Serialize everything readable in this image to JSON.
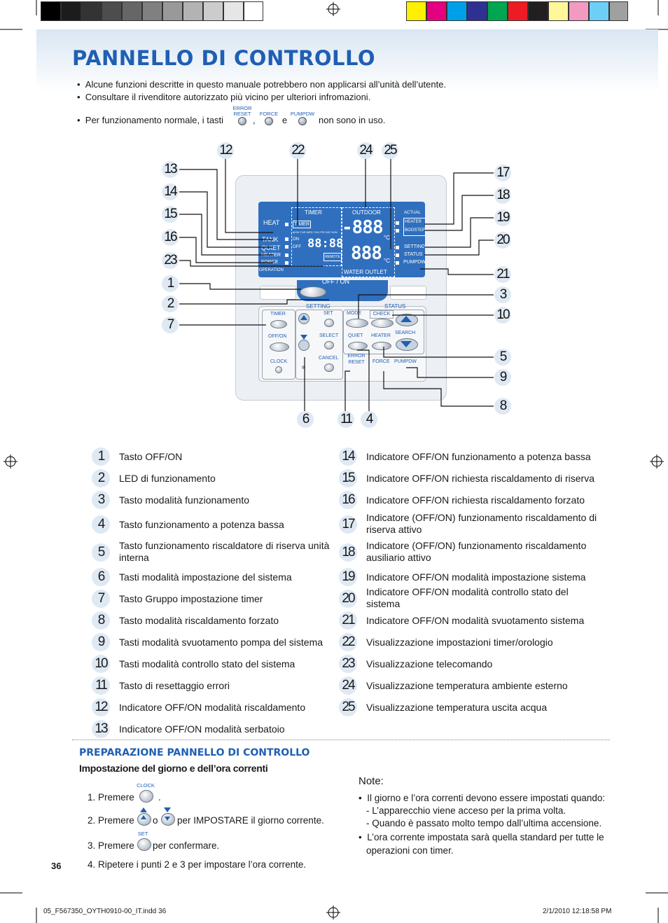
{
  "title": "PANNELLO DI CONTROLLO",
  "intro": {
    "bullet1": "Alcune funzioni descritte in questo manuale potrebbero non applicarsi all’unità dell’utente.",
    "bullet2": "Consultare il rivenditore autorizzato più vicino per ulteriori infromazioni.",
    "bullet3_pre": "Per funzionamento normale, i tasti",
    "bullet3_comma": ",",
    "bullet3_and": "e",
    "bullet3_post": "non sono in uso.",
    "btn_error_reset": "ERROR RESET",
    "btn_force": "FORCE",
    "btn_pumpdw": "PUMPDW"
  },
  "panel": {
    "heat": "HEAT",
    "tank": "TANK",
    "quiet": "QUIET",
    "heater": "HEATER",
    "force": "FORCE",
    "operation": "OPERATION",
    "timer": "TIMER",
    "outdoor": "OUTDOOR",
    "timer_box": "TIMER",
    "days": "MON TUE WED THU FRI SAT SUN",
    "on": "ON",
    "off": "OFF",
    "clock_digits": "88:88",
    "remote": "REMOTE",
    "temp_digits_1": "-888",
    "temp_digits_2": "888",
    "deg": "°C",
    "actual": "ACTUAL",
    "heater_r": "HEATER",
    "booster": "BOOSTER",
    "setting_r": "SETTING",
    "status_r": "STATUS",
    "pumpdw_r": "PUMPDW",
    "water_outlet": "WATER OUTLET",
    "offon": "OFF / ON",
    "setting": "SETTING",
    "status": "STATUS",
    "b_timer": "TIMER",
    "b_offon": "OFF/ON",
    "b_clock": "CLOCK",
    "b_set": "SET",
    "b_select": "SELECT",
    "b_cancel": "CANCEL",
    "b_mode": "MODE",
    "b_check": "CHECK",
    "b_quiet": "QUIET",
    "b_heater": "HEATER",
    "b_search": "SEARCH",
    "b_error_reset": "ERROR RESET",
    "b_force": "FORCE",
    "b_pumpdw": "PUMPDW"
  },
  "callouts": [
    "12",
    "22",
    "24",
    "25",
    "13",
    "14",
    "15",
    "16",
    "23",
    "1",
    "2",
    "7",
    "17",
    "18",
    "19",
    "20",
    "21",
    "3",
    "10",
    "5",
    "9",
    "8",
    "6",
    "11",
    "4"
  ],
  "items_left": [
    {
      "n": "1",
      "t": "Tasto OFF/ON"
    },
    {
      "n": "2",
      "t": "LED di funzionamento"
    },
    {
      "n": "3",
      "t": "Tasto modalità funzionamento"
    },
    {
      "n": "4",
      "t": "Tasto funzionamento a potenza bassa"
    },
    {
      "n": "5",
      "t": "Tasto funzionamento riscaldatore di riserva unità interna"
    },
    {
      "n": "6",
      "t": "Tasti modalità impostazione del sistema"
    },
    {
      "n": "7",
      "t": "Tasto Gruppo impostazione timer"
    },
    {
      "n": "8",
      "t": "Tasto modalità riscaldamento forzato"
    },
    {
      "n": "9",
      "t": "Tasti modalità svuotamento pompa del sistema"
    },
    {
      "n": "10",
      "t": "Tasti modalità controllo stato del sistema"
    },
    {
      "n": "11",
      "t": "Tasto di resettaggio errori"
    },
    {
      "n": "12",
      "t": "Indicatore OFF/ON modalità riscaldamento"
    },
    {
      "n": "13",
      "t": "Indicatore OFF/ON modalità serbatoio"
    }
  ],
  "items_right": [
    {
      "n": "14",
      "t": "Indicatore OFF/ON funzionamento a potenza bassa"
    },
    {
      "n": "15",
      "t": "Indicatore OFF/ON richiesta riscaldamento di riserva"
    },
    {
      "n": "16",
      "t": "Indicatore OFF/ON richiesta riscaldamento forzato"
    },
    {
      "n": "17",
      "t": "Indicatore (OFF/ON) funzionamento riscaldamento di riserva attivo"
    },
    {
      "n": "18",
      "t": "Indicatore (OFF/ON) funzionamento riscaldamento ausiliario attivo"
    },
    {
      "n": "19",
      "t": "Indicatore OFF/ON modalità impostazione sistema"
    },
    {
      "n": "20",
      "t": "Indicatore OFF/ON modalità controllo stato del sistema"
    },
    {
      "n": "21",
      "t": "Indicatore OFF/ON modalità svuotamento sistema"
    },
    {
      "n": "22",
      "t": "Visualizzazione impostazioni timer/orologio"
    },
    {
      "n": "23",
      "t": "Visualizzazione telecomando"
    },
    {
      "n": "24",
      "t": "Visualizzazione temperatura ambiente esterno"
    },
    {
      "n": "25",
      "t": "Visualizzazione temperatura uscita acqua"
    }
  ],
  "prep": {
    "heading": "PREPARAZIONE PANNELLO DI CONTROLLO",
    "subheading": "Impostazione del giorno e dell’ora correnti",
    "s1_pre": "1. Premere",
    "s1_post": ".",
    "clock": "CLOCK",
    "s2_pre": "2. Premere",
    "s2_or": "o",
    "s2_post": "per IMPOSTARE il giorno corrente.",
    "s3_pre": "3. Premere",
    "s3_post": "per confermare.",
    "set": "SET",
    "s4": "4. Ripetere i punti 2 e 3 per impostare l’ora corrente."
  },
  "note": {
    "title": "Note:",
    "b1": "Il giorno e l’ora correnti devono essere impostati quando:",
    "b1a": "-  L’apparecchio viene acceso per la prima volta.",
    "b1b": "-  Quando è passato molto tempo dall’ultima accensione.",
    "b2a": "L’ora corrente impostata sarà quella standard per tutte le",
    "b2b": "operazioni con timer."
  },
  "page_number": "36",
  "footer_left": "05_F567350_OYTH0910-00_IT.indd   36",
  "footer_right": "2/1/2010   12:18:58 PM",
  "colors": {
    "title": "#1f5fb4",
    "lcd": "#2f6fbe",
    "callout_bg": "#dfe9f4"
  }
}
